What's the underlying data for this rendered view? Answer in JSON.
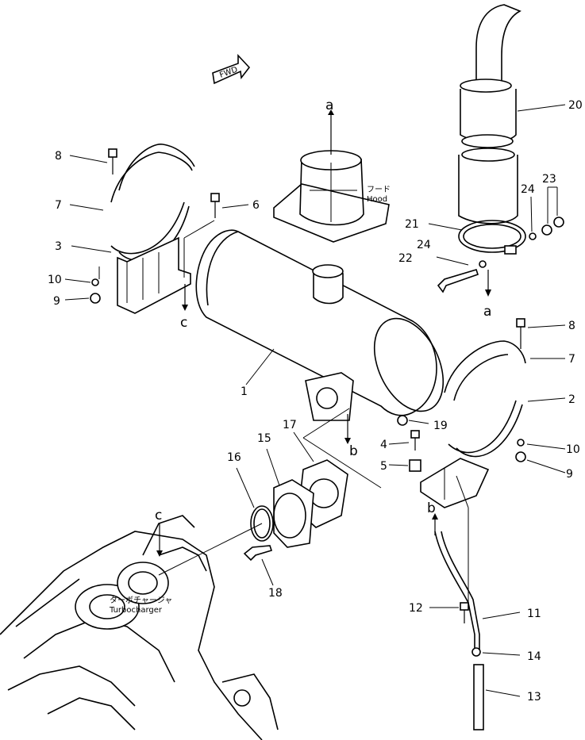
{
  "fwd_label": "FWD",
  "hood": {
    "jp": "フード",
    "en": "Hood"
  },
  "turbo": {
    "jp": "ターボチャージャ",
    "en": "Turbocharger"
  },
  "view_letters": {
    "a_top": "a",
    "a_bottom": "a",
    "b_left": "b",
    "b_right": "b",
    "c_bracket": "c",
    "c_turbo": "c"
  },
  "callouts": {
    "p1": "1",
    "p2": "2",
    "p3": "3",
    "p4": "4",
    "p5": "5",
    "p6": "6",
    "p7_left": "7",
    "p7_right": "7",
    "p8_left": "8",
    "p8_right": "8",
    "p9_left": "9",
    "p9_right": "9",
    "p10_left": "10",
    "p10_right": "10",
    "p11": "11",
    "p12": "12",
    "p13": "13",
    "p14": "14",
    "p15": "15",
    "p16": "16",
    "p17": "17",
    "p18": "18",
    "p19": "19",
    "p20": "20",
    "p21": "21",
    "p22": "22",
    "p23": "23",
    "p24_top": "24",
    "p24_mid": "24"
  }
}
